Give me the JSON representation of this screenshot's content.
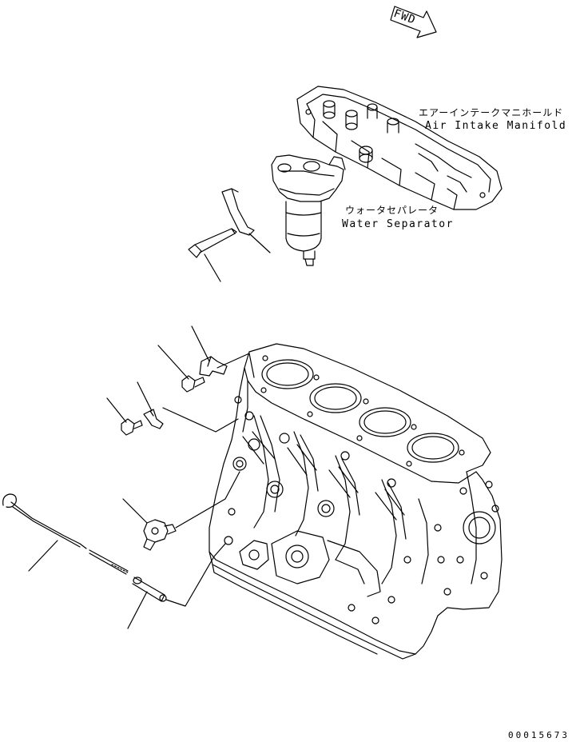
{
  "fwd": "FWD",
  "labels": {
    "air_intake_manifold_jp": "エアーインテークマニホールド",
    "air_intake_manifold_en": "Air Intake Manifold",
    "water_separator_jp": "ウォータセパレータ",
    "water_separator_en": "Water Separator"
  },
  "doc_number": "00015673",
  "colors": {
    "line": "#000000",
    "background": "#ffffff"
  }
}
